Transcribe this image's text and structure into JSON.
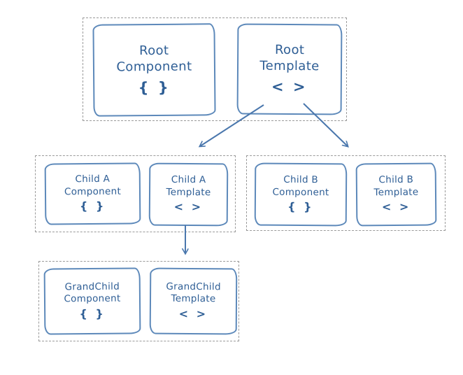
{
  "colors": {
    "sketch_stroke": "#5d89ba",
    "text": "#2e5e95",
    "group_border": "#9a9a9a",
    "arrow": "#4a77ad"
  },
  "groups": [
    {
      "name": "root-group",
      "boxes": [
        {
          "line1": "Root",
          "line2": "Component",
          "symbol": "{ }"
        },
        {
          "line1": "Root",
          "line2": "Template",
          "symbol": "< >"
        }
      ]
    },
    {
      "name": "child-a-group",
      "boxes": [
        {
          "line1": "Child A",
          "line2": "Component",
          "symbol": "{ }"
        },
        {
          "line1": "Child A",
          "line2": "Template",
          "symbol": "< >"
        }
      ]
    },
    {
      "name": "child-b-group",
      "boxes": [
        {
          "line1": "Child B",
          "line2": "Component",
          "symbol": "{ }"
        },
        {
          "line1": "Child B",
          "line2": "Template",
          "symbol": "< >"
        }
      ]
    },
    {
      "name": "grandchild-group",
      "boxes": [
        {
          "line1": "GrandChild",
          "line2": "Component",
          "symbol": "{ }"
        },
        {
          "line1": "GrandChild",
          "line2": "Template",
          "symbol": "< >"
        }
      ]
    }
  ]
}
